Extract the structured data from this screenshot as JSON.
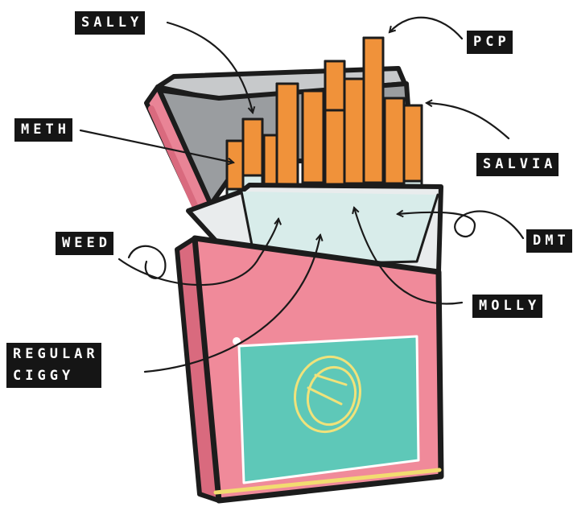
{
  "labels": {
    "sally": "SALLY",
    "pcp": "PCP",
    "meth": "METH",
    "salvia": "SALVIA",
    "dmt": "DMT",
    "weed": "WEED",
    "molly": "MOLLY",
    "regular_ciggy": [
      "REGULAR",
      "CIGGY"
    ]
  },
  "colors": {
    "box_pink": "#f08a9a",
    "box_dark_pink": "#d96a7e",
    "lid_gray": "#9a9da0",
    "panel_teal": "#5ec8b8",
    "emblem_yellow": "#f0e27a",
    "filter_orange": "#f0923a",
    "paper_mint": "#d8ecea",
    "outline": "#1c1c1c",
    "label_bg": "#151515",
    "label_text": "#ffffff"
  }
}
